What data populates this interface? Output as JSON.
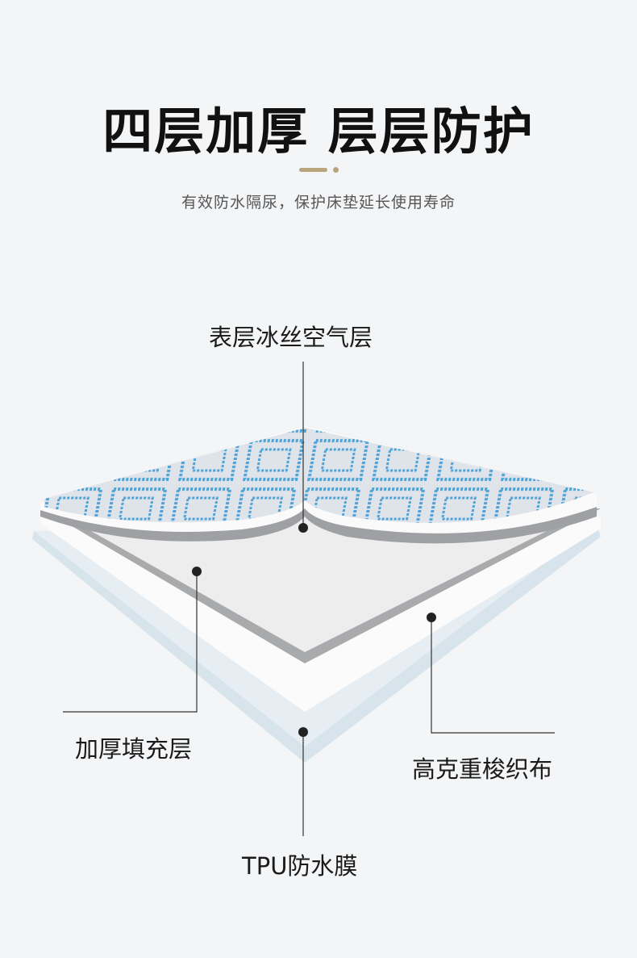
{
  "header": {
    "title": "四层加厚 层层防护",
    "subtitle": "有效防水隔尿，保护床垫延长使用寿命"
  },
  "colors": {
    "accent": "#b9a57b",
    "pattern_blue": "#4aa3d8"
  },
  "layers": [
    {
      "label": "表层冰丝空气层"
    },
    {
      "label": "加厚填充层"
    },
    {
      "label": "高克重梭织布"
    },
    {
      "label": "TPU防水膜"
    }
  ]
}
